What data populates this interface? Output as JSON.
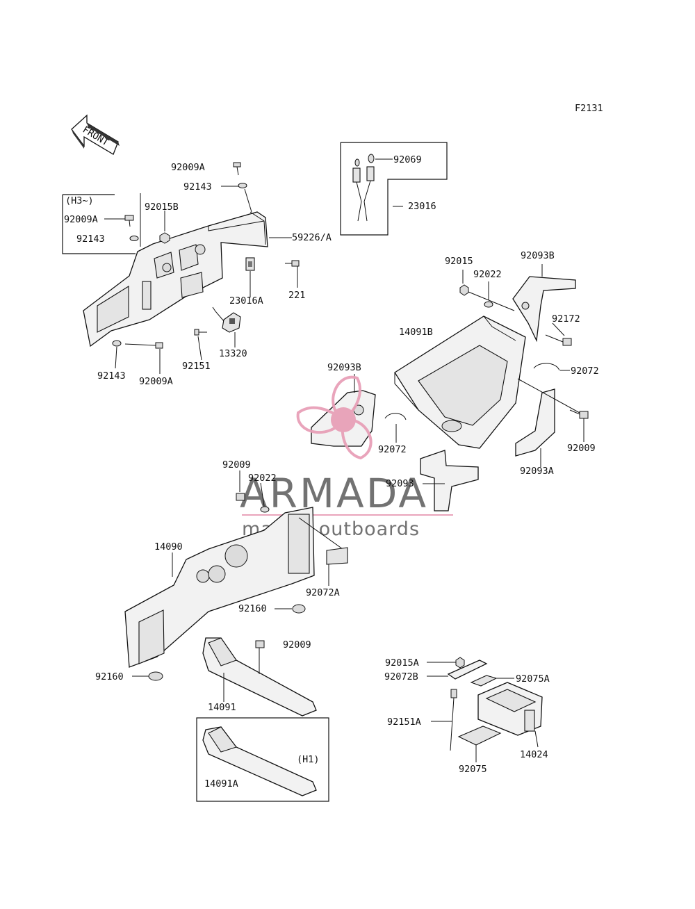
{
  "diagram": {
    "figure_code": "F2131",
    "front_label": "FRONT",
    "watermark": {
      "brand": "ARMADA",
      "tagline": "marine outboards",
      "brand_color": "#555555",
      "accent_color": "#e8a0b8"
    },
    "labels": {
      "l_92009A_top": "92009A",
      "l_92143_top": "92143",
      "l_H3": "(H3~)",
      "l_92009A_box": "92009A",
      "l_92143_box": "92143",
      "l_92015B": "92015B",
      "l_59226A": "59226/A",
      "l_92069": "92069",
      "l_23016": "23016",
      "l_23016A": "23016A",
      "l_221": "221",
      "l_13320": "13320",
      "l_92151": "92151",
      "l_92143_bot": "92143",
      "l_92009A_bot": "92009A",
      "l_92015": "92015",
      "l_92022_r": "92022",
      "l_92093B_r": "92093B",
      "l_92172": "92172",
      "l_14091B": "14091B",
      "l_92072_r": "92072",
      "l_92093B_l": "92093B",
      "l_92072_l": "92072",
      "l_92009_r": "92009",
      "l_92093A": "92093A",
      "l_92093": "92093",
      "l_92009_mid": "92009",
      "l_92022_mid": "92022",
      "l_14090": "14090",
      "l_92072A": "92072A",
      "l_92160_mid": "92160",
      "l_92009_low": "92009",
      "l_92160_low": "92160",
      "l_14091": "14091",
      "l_H1": "(H1)",
      "l_14091A": "14091A",
      "l_92015A": "92015A",
      "l_92072B": "92072B",
      "l_92075A": "92075A",
      "l_92151A": "92151A",
      "l_14024": "14024",
      "l_92075": "92075"
    }
  }
}
